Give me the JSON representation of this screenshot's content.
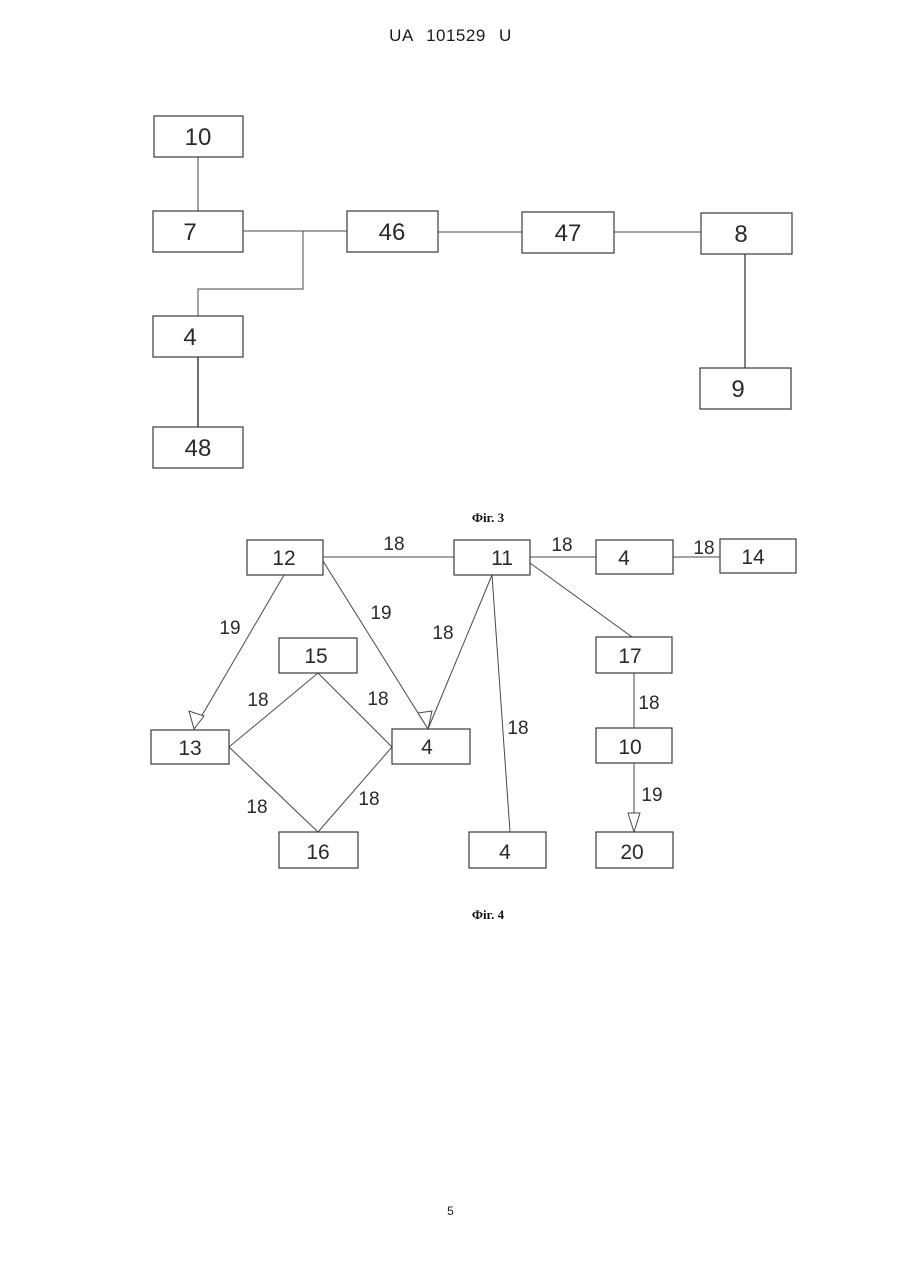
{
  "header": {
    "text": "UA   101529   U"
  },
  "fig3": {
    "caption": "Фіг. 3",
    "boxes": {
      "b10": "10",
      "b7": "7",
      "b46": "46",
      "b47": "47",
      "b8": "8",
      "b4": "4",
      "b9": "9",
      "b48": "48"
    }
  },
  "fig4": {
    "caption": "Фіг. 4",
    "boxes": {
      "b12": "12",
      "b11": "11",
      "b4top": "4",
      "b14": "14",
      "b15": "15",
      "b17": "17",
      "b13": "13",
      "b4mid": "4",
      "b10": "10",
      "b16": "16",
      "b4bot": "4",
      "b20": "20"
    },
    "edge_labels": {
      "e12_11": "18",
      "e11_4": "18",
      "e4_14": "18",
      "e12_13": "19",
      "e12_4": "19",
      "e11_4mid": "18",
      "e15_13": "18",
      "e15_4": "18",
      "e11_4bot": "18",
      "e17_10": "18",
      "e13_16": "18",
      "e4_16": "18",
      "e10_20": "19"
    }
  },
  "footer": {
    "page_number": "5"
  }
}
